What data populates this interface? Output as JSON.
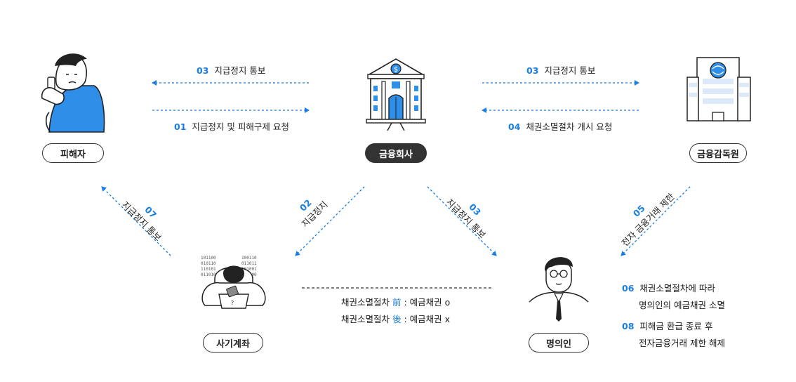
{
  "nodes": {
    "victim": "피해자",
    "bank": "금융회사",
    "fss": "금융감독원",
    "fraud_account": "사기계좌",
    "holder": "명의인"
  },
  "arrows": {
    "bank_to_victim": {
      "num": "03",
      "text": "지급정지 통보"
    },
    "victim_to_bank": {
      "num": "01",
      "text": "지급정지 및 피해구제 요청"
    },
    "bank_to_fss": {
      "num": "03",
      "text": "지급정지 통보"
    },
    "fss_to_bank": {
      "num": "04",
      "text": "채권소멸절차 개시 요청"
    },
    "fraud_to_victim": {
      "num": "07",
      "text": "지급정지 통보"
    },
    "bank_to_fraud": {
      "num": "02",
      "text": "지급정지"
    },
    "bank_to_holder": {
      "num": "03",
      "text": "지급정지 통보"
    },
    "fss_to_holder": {
      "num": "05",
      "text": "전자 금융거래 제한"
    }
  },
  "middle_note": {
    "line1_prefix": "채권소멸절차",
    "line1_key": "前",
    "line1_suffix": ": 예금채권 o",
    "line2_prefix": "채권소멸절차",
    "line2_key": "後",
    "line2_suffix": ": 예금채권 x"
  },
  "holder_notes": [
    {
      "num": "06",
      "line1": "채권소멸절차에 따라",
      "line2": "명의인의 예금채권 소멸"
    },
    {
      "num": "08",
      "line1": "피해금 환급 종료 후",
      "line2": "전자금융거래 제한 해제"
    }
  ],
  "colors": {
    "accent": "#1a7fe0",
    "dark": "#333333",
    "shirt": "#2f8ee8"
  }
}
